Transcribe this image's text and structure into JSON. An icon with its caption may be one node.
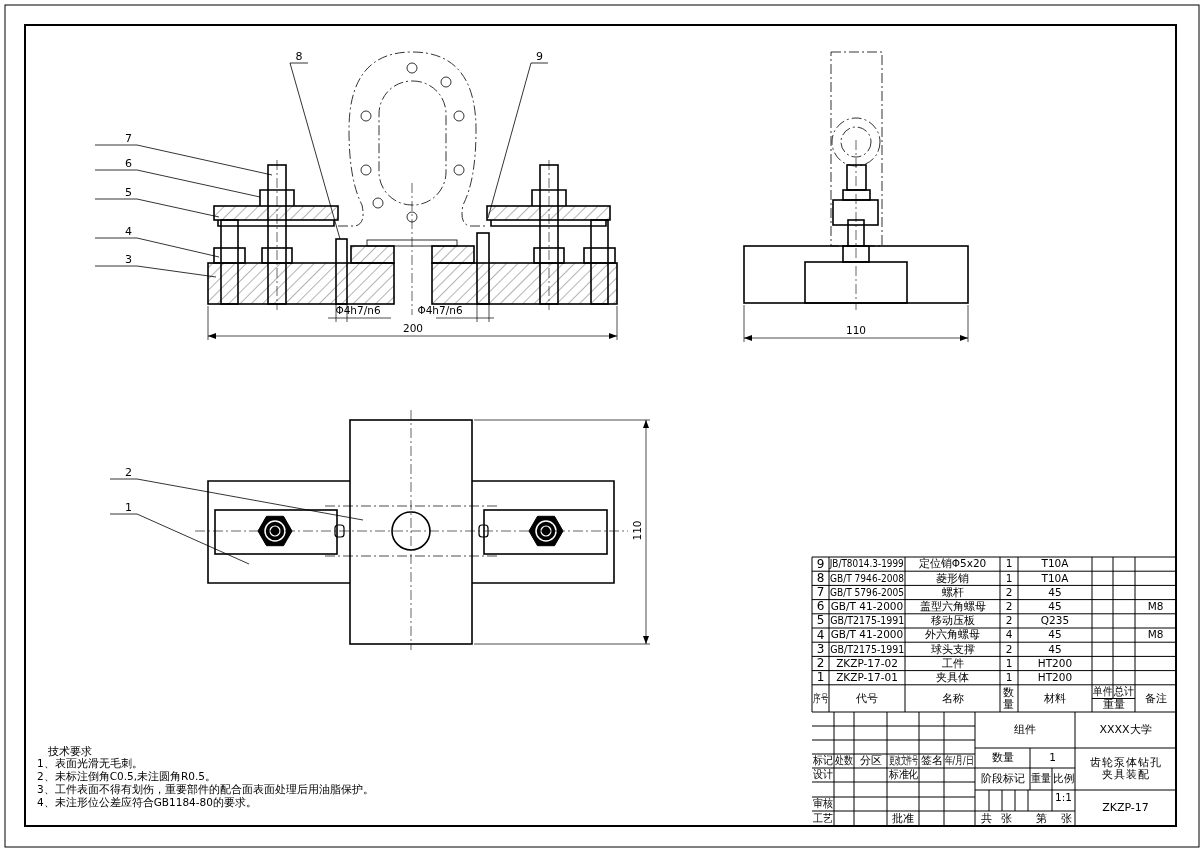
{
  "diagram": {
    "nodes": [
      {
        "text": [
          "8"
        ]
      },
      {
        "text": [
          "9"
        ]
      },
      {
        "text": [
          "7"
        ]
      },
      {
        "text": [
          "6"
        ]
      },
      {
        "text": [
          "5"
        ]
      },
      {
        "text": [
          "4"
        ]
      },
      {
        "text": [
          "3"
        ]
      },
      {
        "text": [
          "2"
        ]
      },
      {
        "text": [
          "1"
        ]
      }
    ],
    "edges": [
      {
        "from": 0,
        "to": null,
        "arrow": "none"
      },
      {
        "from": 1,
        "to": null,
        "arrow": "none"
      },
      {
        "from": 2,
        "to": null,
        "arrow": "none"
      },
      {
        "from": 3,
        "to": null,
        "arrow": "none"
      },
      {
        "from": 4,
        "to": null,
        "arrow": "none"
      },
      {
        "from": 5,
        "to": null,
        "arrow": "none"
      },
      {
        "from": 6,
        "to": null,
        "arrow": "none"
      },
      {
        "from": 7,
        "to": null,
        "arrow": "none"
      },
      {
        "from": 8,
        "to": null,
        "arrow": "none"
      }
    ],
    "labels": [
      "Φ4h7/n6",
      "Φ4h7/n6",
      "200",
      "110",
      "110",
      "9",
      "JB/T8014.3-1999",
      "定位销Φ5x20",
      "1",
      "T10A",
      "8",
      "GB/T 7946-2008",
      "菱形销",
      "1",
      "T10A",
      "7",
      "GB/T 5796-2005",
      "螺杆",
      "2",
      "45",
      "6",
      "GB/T 41-2000",
      "盖型六角螺母",
      "2",
      "45",
      "M8",
      "5",
      "GB/T2175-1991",
      "移动压板",
      "2",
      "Q235",
      "4",
      "GB/T 41-2000",
      "外六角螺母",
      "4",
      "45",
      "M8",
      "3",
      "GB/T2175-1991",
      "球头支撑",
      "2",
      "45",
      "2",
      "ZKZP-17-02",
      "工件",
      "1",
      "HT200",
      "1",
      "ZKZP-17-01",
      "夹具体",
      "1",
      "HT200",
      "序号",
      "代号",
      "名称",
      "数量",
      "材料",
      "单件",
      "总计",
      "重量",
      "备注",
      "标记",
      "处数",
      "分区",
      "更改文件号",
      "签名",
      "年/月/日",
      "设计",
      "标准化",
      "审核",
      "工艺",
      "批准",
      "组件",
      "XXXX大学",
      "数量",
      "1",
      "阶段标记",
      "重量",
      "比例",
      "1:1",
      "齿轮泵体钻孔夹具装配",
      "ZKZP-17",
      "共",
      "张",
      "第",
      "张",
      "技术要求",
      "1、表面光滑无毛刺。",
      "2、未标注倒角C0.5,未注圆角R0.5。",
      "3、工件表面不得有划伤，重要部件的配合面表面处理后用油脂保护。",
      "4、未注形位公差应符合GB1184-80的要求。"
    ]
  }
}
